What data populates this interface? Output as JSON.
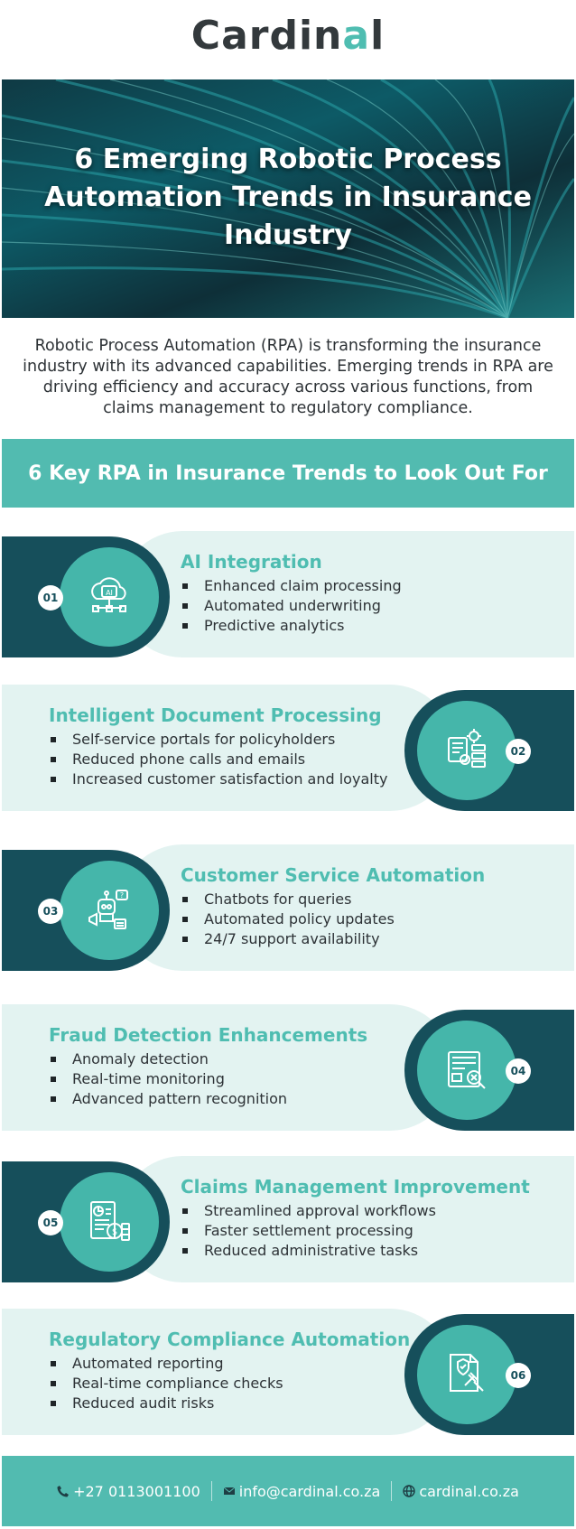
{
  "brand": {
    "logo_text_pre": "Cardin",
    "logo_text_mid": "a",
    "logo_text_post": "l"
  },
  "hero": {
    "title": "6 Emerging Robotic Process Automation Trends in Insurance Industry"
  },
  "intro": "Robotic Process Automation (RPA) is transforming the insurance industry with its advanced capabilities. Emerging trends in RPA are driving efficiency and accuracy across various functions, from claims management to regulatory compliance.",
  "key_banner": "6 Key RPA in Insurance Trends to Look Out For",
  "trends": [
    {
      "num": "01",
      "title": "AI Integration",
      "icon": "ai-cloud-icon",
      "items": [
        "Enhanced claim processing",
        "Automated underwriting",
        "Predictive analytics"
      ]
    },
    {
      "num": "02",
      "title": "Intelligent Document Processing",
      "icon": "document-gear-icon",
      "items": [
        "Self-service portals for policyholders",
        "Reduced phone calls and emails",
        "Increased customer satisfaction and loyalty"
      ]
    },
    {
      "num": "03",
      "title": "Customer Service Automation",
      "icon": "chatbot-icon",
      "items": [
        "Chatbots for queries",
        "Automated policy updates",
        "24/7 support availability"
      ]
    },
    {
      "num": "04",
      "title": "Fraud Detection Enhancements",
      "icon": "fraud-search-icon",
      "items": [
        "Anomaly detection",
        "Real-time monitoring",
        "Advanced pattern recognition"
      ]
    },
    {
      "num": "05",
      "title": "Claims Management Improvement",
      "icon": "claims-report-icon",
      "items": [
        "Streamlined approval workflows",
        "Faster settlement processing",
        "Reduced administrative tasks"
      ]
    },
    {
      "num": "06",
      "title": "Regulatory Compliance Automation",
      "icon": "compliance-gavel-icon",
      "items": [
        "Automated reporting",
        "Real-time compliance checks",
        "Reduced audit risks"
      ]
    }
  ],
  "footer": {
    "phone": "+27 0113001100",
    "email": "info@cardinal.co.za",
    "website": "cardinal.co.za"
  },
  "colors": {
    "teal": "#52bbb0",
    "dark_teal": "#164f5b",
    "light_bg": "#e3f3f1",
    "text": "#2d3236"
  }
}
